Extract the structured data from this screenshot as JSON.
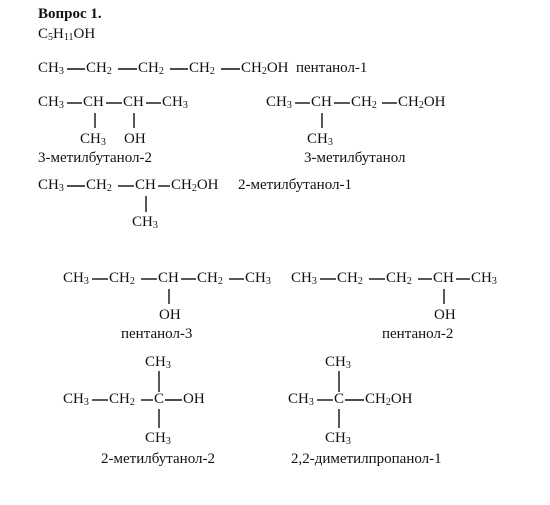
{
  "question": {
    "title": "Вопрос 1.",
    "formula": {
      "c": "C",
      "c_sub": "5",
      "h": "H",
      "h_sub": "11",
      "oh": "OH"
    }
  },
  "structures": [
    {
      "id": "pentanol-1",
      "chain": [
        "CH3",
        "CH2",
        "CH2",
        "CH2",
        "CH2OH"
      ],
      "name": "пентанол-1"
    },
    {
      "id": "3-methylbutanol-2",
      "chain": [
        "CH3",
        "CH",
        "CH",
        "CH3"
      ],
      "branches": [
        "CH3",
        "OH"
      ],
      "name": "3-метилбутанол-2"
    },
    {
      "id": "3-methylbutanol",
      "chain": [
        "CH3",
        "CH",
        "CH2",
        "CH2OH"
      ],
      "branches": [
        "CH3"
      ],
      "name": "3-метилбутанол"
    },
    {
      "id": "2-methylbutanol-1",
      "chain": [
        "CH3",
        "CH2",
        "CH",
        "CH2OH"
      ],
      "branches": [
        "CH3"
      ],
      "name": "2-метилбутанол-1"
    },
    {
      "id": "pentanol-3",
      "chain": [
        "CH3",
        "CH2",
        "CH",
        "CH2",
        "CH3"
      ],
      "branches": [
        "OH"
      ],
      "name": "пентанол-3"
    },
    {
      "id": "pentanol-2",
      "chain": [
        "CH3",
        "CH2",
        "CH2",
        "CH",
        "CH3"
      ],
      "branches": [
        "OH"
      ],
      "name": "пентанол-2"
    },
    {
      "id": "2-methylbutanol-2",
      "chain": [
        "CH3",
        "CH2",
        "C",
        "OH"
      ],
      "branches": [
        "CH3",
        "CH3"
      ],
      "name": "2-метилбутанол-2"
    },
    {
      "id": "2,2-dimethylpropanol-1",
      "chain": [
        "CH3",
        "C",
        "CH2OH"
      ],
      "branches": [
        "CH3",
        "CH3"
      ],
      "name": "2,2-диметилпропанол-1"
    }
  ]
}
